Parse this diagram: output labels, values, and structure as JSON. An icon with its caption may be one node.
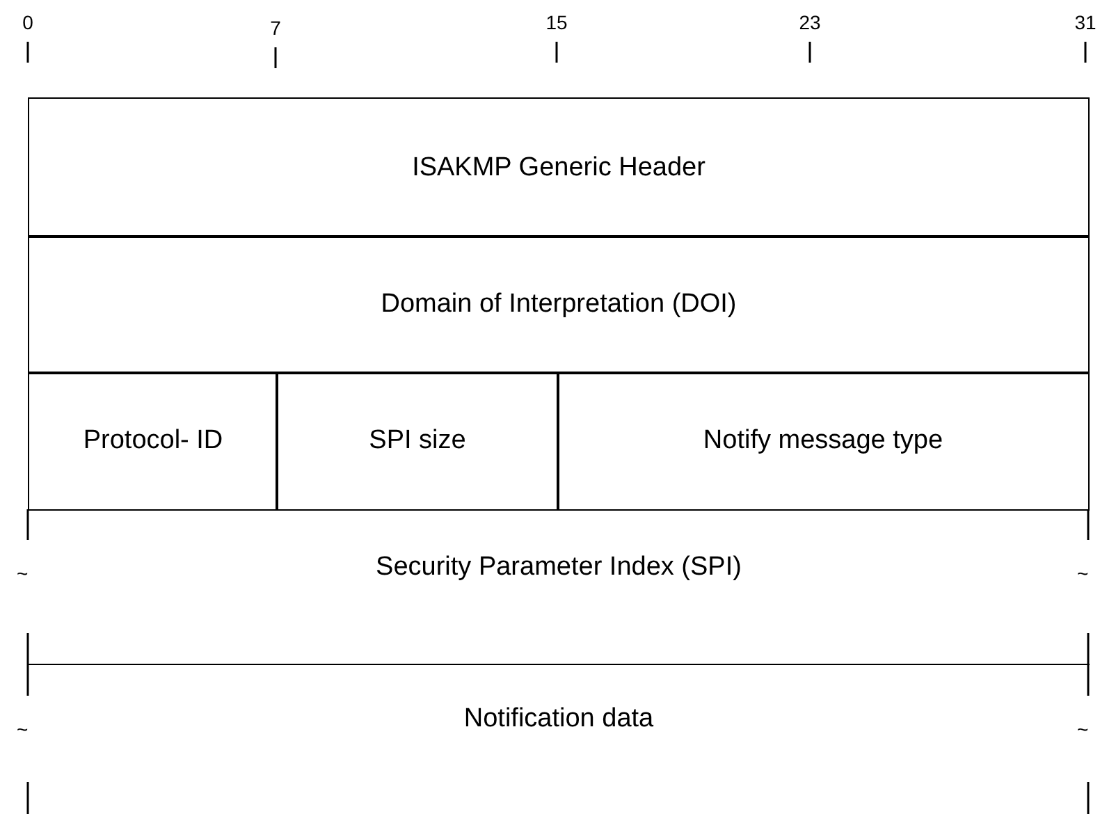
{
  "diagram": {
    "nodes": [
      {
        "text": [
          "ISAKMP Generic Header"
        ]
      },
      {
        "text": [
          "Domain of Interpretation (DOI)"
        ]
      },
      {
        "text": [
          "Protocol- ID"
        ]
      },
      {
        "text": [
          "SPI size"
        ]
      },
      {
        "text": [
          "Notify message type"
        ]
      },
      {
        "text": [
          "Security Parameter Index (SPI)"
        ]
      },
      {
        "text": [
          "Notification data"
        ]
      }
    ],
    "labels": [
      "0",
      "7",
      "15",
      "23",
      "31",
      "~",
      "~",
      "~",
      "~"
    ]
  }
}
